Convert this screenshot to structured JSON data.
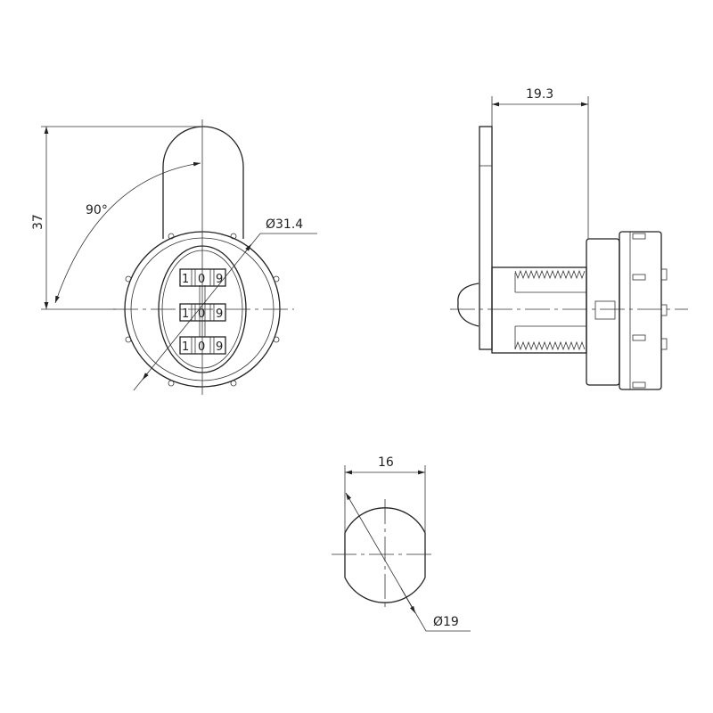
{
  "front_view": {
    "height_dim": "37",
    "angle_dim": "90°",
    "diameter_dim": "Ø31.4",
    "dial_rows": [
      [
        "1",
        "0",
        "9"
      ],
      [
        "1",
        "0",
        "9"
      ],
      [
        "1",
        "0",
        "9"
      ]
    ]
  },
  "side_view": {
    "depth_dim": "19.3"
  },
  "bottom_view": {
    "width_dim": "16",
    "diameter_dim": "Ø19"
  }
}
